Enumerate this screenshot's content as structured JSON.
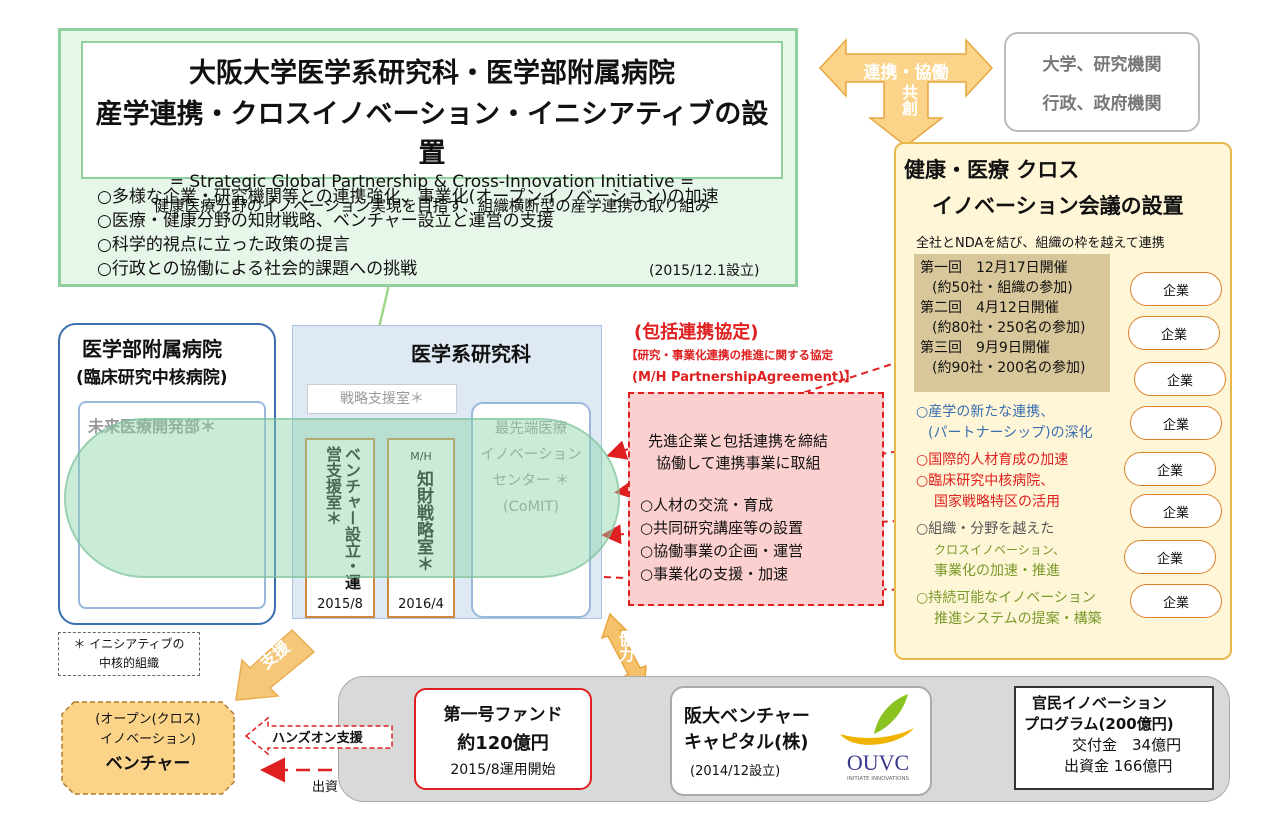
{
  "initiative": {
    "title_line1": "大阪大学医学系研究科・医学部附属病院",
    "title_line2": "産学連携・クロスイノベーション・イニシアティブの設置",
    "english": "= Strategic Global Partnership & Cross-Innovation Initiative =",
    "subtitle": "健康医療分野のイノベーション実現を目指す、組織横断型の産学連携の取り組み",
    "bullets": [
      "○多様な企業・研究機関等との連携強化、事業化(オープンイノベーション)の加速",
      "○医療・健康分野の知財戦略、ベンチャー設立と運営の支援",
      "○科学的視点に立った政策の提言",
      "○行政との協働による社会的課題への挑戦"
    ],
    "established": "(2015/12.1設立)"
  },
  "collab_arrow": {
    "label": "連携・協働",
    "sub": "共創"
  },
  "external": {
    "line1": "大学、研究機関",
    "line2": "行政、政府機関"
  },
  "council": {
    "title1": "健康・医療 クロス",
    "title2": "イノベーション会議の設置",
    "nda": "全社とNDAを結び、組織の枠を越えて連携",
    "meetings": [
      {
        "title": "第一回　12月17日開催",
        "detail": "(約50社・組織の参加)"
      },
      {
        "title": "第二回　4月12日開催",
        "detail": "(約80社・250名の参加)"
      },
      {
        "title": "第三回　9月9日開催",
        "detail": "(約90社・200名の参加)"
      }
    ],
    "items": [
      {
        "l1": "○産学の新たな連携、",
        "l2": "(パートナーシップ)の深化"
      },
      {
        "l1": "○国際的人材育成の加速",
        "l2": "○臨床研究中核病院、",
        "l3": "国家戦略特区の活用"
      },
      {
        "l1": "○組織・分野を越えた",
        "l2": "クロスイノベーション、",
        "l3": "事業化の加速・推進"
      },
      {
        "l1": "○持続可能なイノベーション",
        "l2": "推進システムの提案・構築"
      }
    ]
  },
  "companies": [
    "企業",
    "企業",
    "企業",
    "企業",
    "企業",
    "企業",
    "企業",
    "企業"
  ],
  "hospital": {
    "title": "医学部附属病院",
    "subtitle": "(臨床研究中核病院)",
    "unit": "未来医療開発部＊"
  },
  "school": {
    "title": "医学系研究科",
    "strategy": "戦略支援室＊",
    "venture_vertical": "ベンチャー設立・運営支援室＊",
    "venture_year": "2015/8",
    "ip_top": "M/H",
    "ip_vertical": "知財戦略室＊",
    "ip_year": "2016/4",
    "comit": [
      "最先端医療",
      "イノベーション",
      "センター ＊",
      "(CoMIT)"
    ]
  },
  "agreement": {
    "title": "(包括連携協定)",
    "subtitle": "【研究・事業化連携の推進に関する協定",
    "english": "(M/H PartnershipAgreement)】",
    "main1": "先進企業と包括連携を締結",
    "main2": "協働して連携事業に取組",
    "bullets": [
      "○人材の交流・育成",
      "○共同研究講座等の設置",
      "○協働事業の企画・運営",
      "○事業化の支援・加速"
    ]
  },
  "legend": {
    "line1": "＊ イニシアティブの",
    "line2": "中核的組織"
  },
  "support_label": "支援",
  "cooperation_label": "協力",
  "handson": "ハンズオン支援",
  "investment": "出資",
  "venture": {
    "line1": "(オープン(クロス)",
    "line2": "イノベーション)",
    "line3": "ベンチャー"
  },
  "fund": {
    "line1": "第一号ファンド",
    "line2": "約120億円",
    "line3": "2015/8運用開始"
  },
  "vc": {
    "line1": "阪大ベンチャー",
    "line2": "キャピタル(株)",
    "established": "(2014/12設立)",
    "logo_text": "OUVC",
    "logo_sub": "INITIATE INNOVATIONS"
  },
  "program": {
    "line1": "官民イノベーション",
    "line2": "プログラム(200億円)",
    "line3": "交付金　34億円",
    "line4": "出資金 166億円"
  },
  "colors": {
    "green": "#8fd19e",
    "orange": "#f5c26b",
    "red": "#e02020",
    "blue": "#3a6fb0"
  }
}
